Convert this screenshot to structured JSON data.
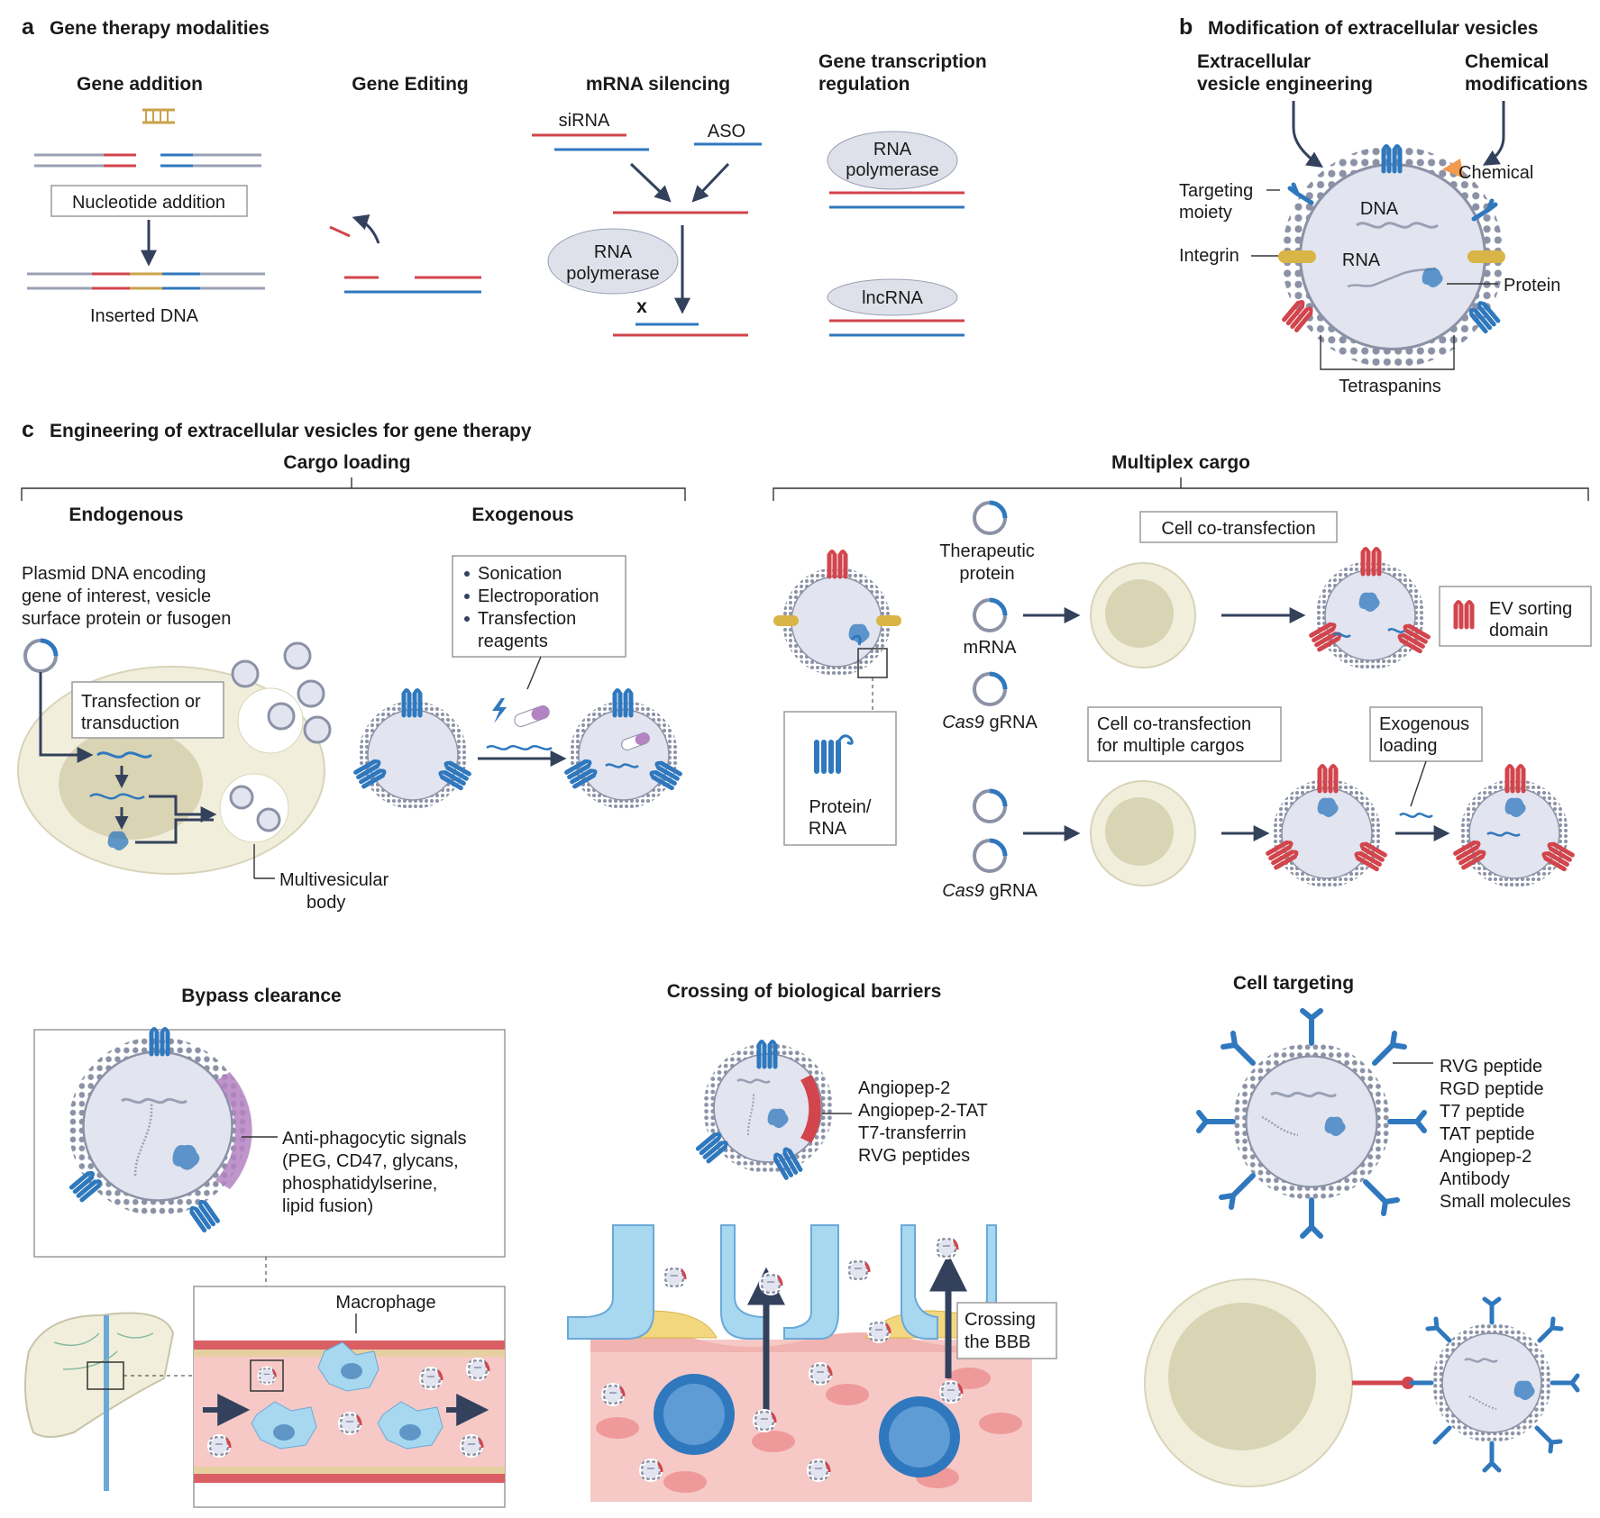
{
  "panel_a": {
    "letter": "a",
    "title": "Gene therapy modalities",
    "gene_addition": {
      "title": "Gene addition",
      "box_label": "Nucleotide addition",
      "bottom_label": "Inserted DNA"
    },
    "gene_editing": {
      "title": "Gene Editing"
    },
    "mrna_silencing": {
      "title": "mRNA silencing",
      "sirna": "siRNA",
      "aso": "ASO",
      "polymerase": [
        "RNA",
        "polymerase"
      ],
      "block_mark": "x"
    },
    "transcription": {
      "title_lines": [
        "Gene transcription",
        "regulation"
      ],
      "polymerase": [
        "RNA",
        "polymerase"
      ],
      "lncrna": "lncRNA"
    }
  },
  "panel_b": {
    "letter": "b",
    "title": "Modification of extracellular vesicles",
    "engineering": [
      "Extracellular",
      "vesicle engineering"
    ],
    "chemical_mods": [
      "Chemical",
      "modifications"
    ],
    "chemical": "Chemical",
    "targeting": [
      "Targeting",
      "moiety"
    ],
    "dna": "DNA",
    "integrin": "Integrin",
    "rna": "RNA",
    "protein": "Protein",
    "tetraspanins": "Tetraspanins"
  },
  "panel_c": {
    "letter": "c",
    "title": "Engineering of extracellular vesicles for gene therapy",
    "cargo_loading": {
      "title": "Cargo loading",
      "endogenous": "Endogenous",
      "exogenous": "Exogenous",
      "plasmid_lines": [
        "Plasmid DNA encoding",
        "gene of interest, vesicle",
        "surface protein or fusogen"
      ],
      "transfection": [
        "Transfection or",
        "transduction"
      ],
      "mvb": [
        "Multivesicular",
        "body"
      ],
      "methods": [
        "Sonication",
        "Electroporation",
        "Transfection",
        "reagents"
      ]
    },
    "multiplex": {
      "title": "Multiplex cargo",
      "therapeutic": [
        "Therapeutic",
        "protein"
      ],
      "mrna": "mRNA",
      "cas9_a": "Cas9",
      "grna_a": " gRNA",
      "cas9_b": "Cas9",
      "grna_b": " gRNA",
      "protein_rna": [
        "Protein/",
        "RNA"
      ],
      "cotransfection": "Cell co-transfection",
      "cotransfection_multi": [
        "Cell co-transfection",
        "for multiple cargos"
      ],
      "exogenous_loading": [
        "Exogenous",
        "loading"
      ],
      "ev_sorting": [
        "EV sorting",
        "domain"
      ]
    },
    "bypass": {
      "title": "Bypass clearance",
      "signals": [
        "Anti-phagocytic signals",
        "(PEG, CD47, glycans,",
        "phosphatidylserine,",
        "lipid fusion)"
      ],
      "macrophage": "Macrophage"
    },
    "barriers": {
      "title": "Crossing of biological barriers",
      "ligands": [
        "Angiopep-2",
        "Angiopep-2-TAT",
        "T7-transferrin",
        "RVG peptides"
      ],
      "bbb": [
        "Crossing",
        "the BBB"
      ]
    },
    "targeting": {
      "title": "Cell targeting",
      "ligands": [
        "RVG peptide",
        "RGD peptide",
        "T7 peptide",
        "TAT peptide",
        "Angiopep-2",
        "Antibody",
        "Small molecules"
      ]
    }
  },
  "colors": {
    "membrane": "#8c92a6",
    "lumen": "#e2e4ef",
    "protein_blue": "#2f78be",
    "strand_red": "#d2454c",
    "strand_gold": "#c9a24a",
    "strand_gray": "#9aa0b4",
    "arrow": "#33415c",
    "cell_fill": "#f1efdc",
    "nucleus": "#d9d4b4",
    "vessel": "#f6c9c6",
    "endothelium": "#f3d77f",
    "signal_purple": "#b483c2"
  }
}
